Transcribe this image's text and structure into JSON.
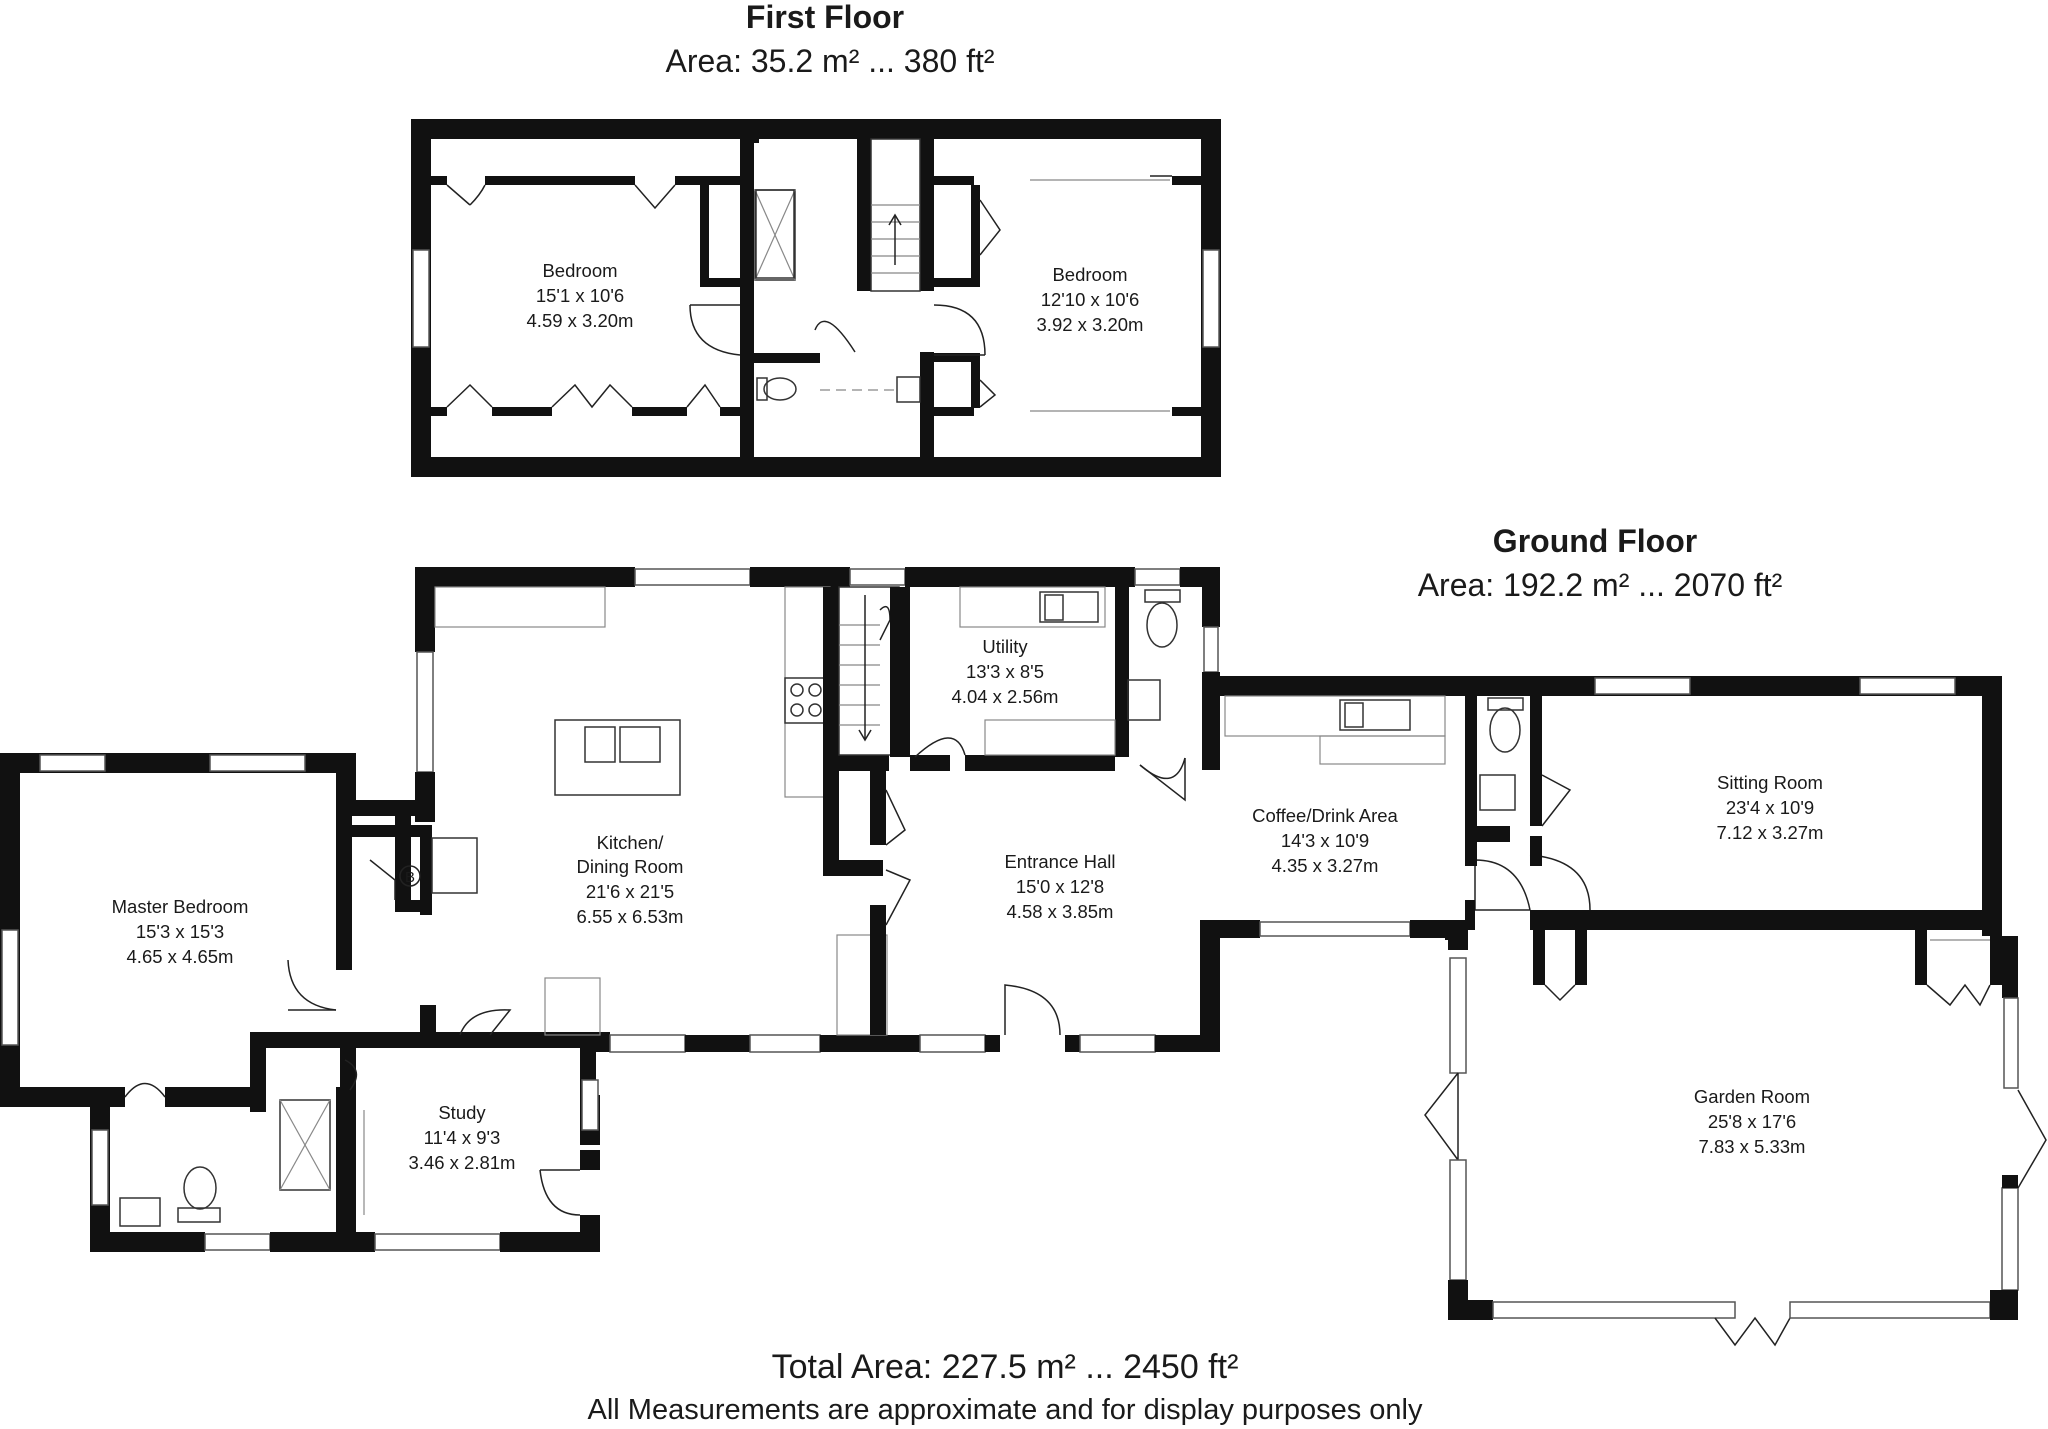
{
  "first_floor": {
    "title": "First Floor",
    "area": "Area: 35.2 m² ... 380 ft²",
    "rooms": [
      {
        "name": "Bedroom",
        "imperial": "15'1 x 10'6",
        "metric": "4.59 x 3.20m"
      },
      {
        "name": "Bedroom",
        "imperial": "12'10 x 10'6",
        "metric": "3.92 x 3.20m"
      }
    ]
  },
  "ground_floor": {
    "title": "Ground Floor",
    "area": "Area: 192.2 m² ... 2070 ft²",
    "rooms": [
      {
        "name": "Utility",
        "imperial": "13'3 x 8'5",
        "metric": "4.04 x 2.56m"
      },
      {
        "name": "Kitchen/",
        "name2": "Dining Room",
        "imperial": "21'6 x 21'5",
        "metric": "6.55 x 6.53m"
      },
      {
        "name": "Master Bedroom",
        "imperial": "15'3 x 15'3",
        "metric": "4.65 x 4.65m"
      },
      {
        "name": "Entrance Hall",
        "imperial": "15'0 x 12'8",
        "metric": "4.58 x 3.85m"
      },
      {
        "name": "Coffee/Drink Area",
        "imperial": "14'3 x 10'9",
        "metric": "4.35 x 3.27m"
      },
      {
        "name": "Sitting Room",
        "imperial": "23'4 x 10'9",
        "metric": "7.12 x 3.27m"
      },
      {
        "name": "Study",
        "imperial": "11'4 x 9'3",
        "metric": "3.46 x 2.81m"
      },
      {
        "name": "Garden Room",
        "imperial": "25'8 x 17'6",
        "metric": "7.83 x 5.33m"
      }
    ],
    "boiler_label": "B"
  },
  "footer": {
    "total": "Total Area: 227.5 m²  ...  2450 ft²",
    "note": "All Measurements are approximate and for display purposes only"
  }
}
